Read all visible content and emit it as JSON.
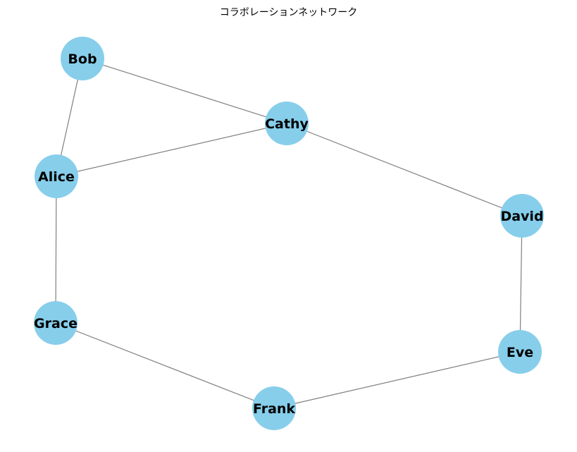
{
  "title": "コラボレーションネットワーク",
  "node_color": "#87ceeb",
  "edge_color": "#808080",
  "nodes": [
    {
      "id": "Bob",
      "label": "Bob"
    },
    {
      "id": "Cathy",
      "label": "Cathy"
    },
    {
      "id": "Alice",
      "label": "Alice"
    },
    {
      "id": "David",
      "label": "David"
    },
    {
      "id": "Grace",
      "label": "Grace"
    },
    {
      "id": "Eve",
      "label": "Eve"
    },
    {
      "id": "Frank",
      "label": "Frank"
    }
  ],
  "edges": [
    [
      "Bob",
      "Cathy"
    ],
    [
      "Bob",
      "Alice"
    ],
    [
      "Alice",
      "Cathy"
    ],
    [
      "Cathy",
      "David"
    ],
    [
      "Alice",
      "Grace"
    ],
    [
      "David",
      "Eve"
    ],
    [
      "Grace",
      "Frank"
    ],
    [
      "Eve",
      "Frank"
    ]
  ]
}
